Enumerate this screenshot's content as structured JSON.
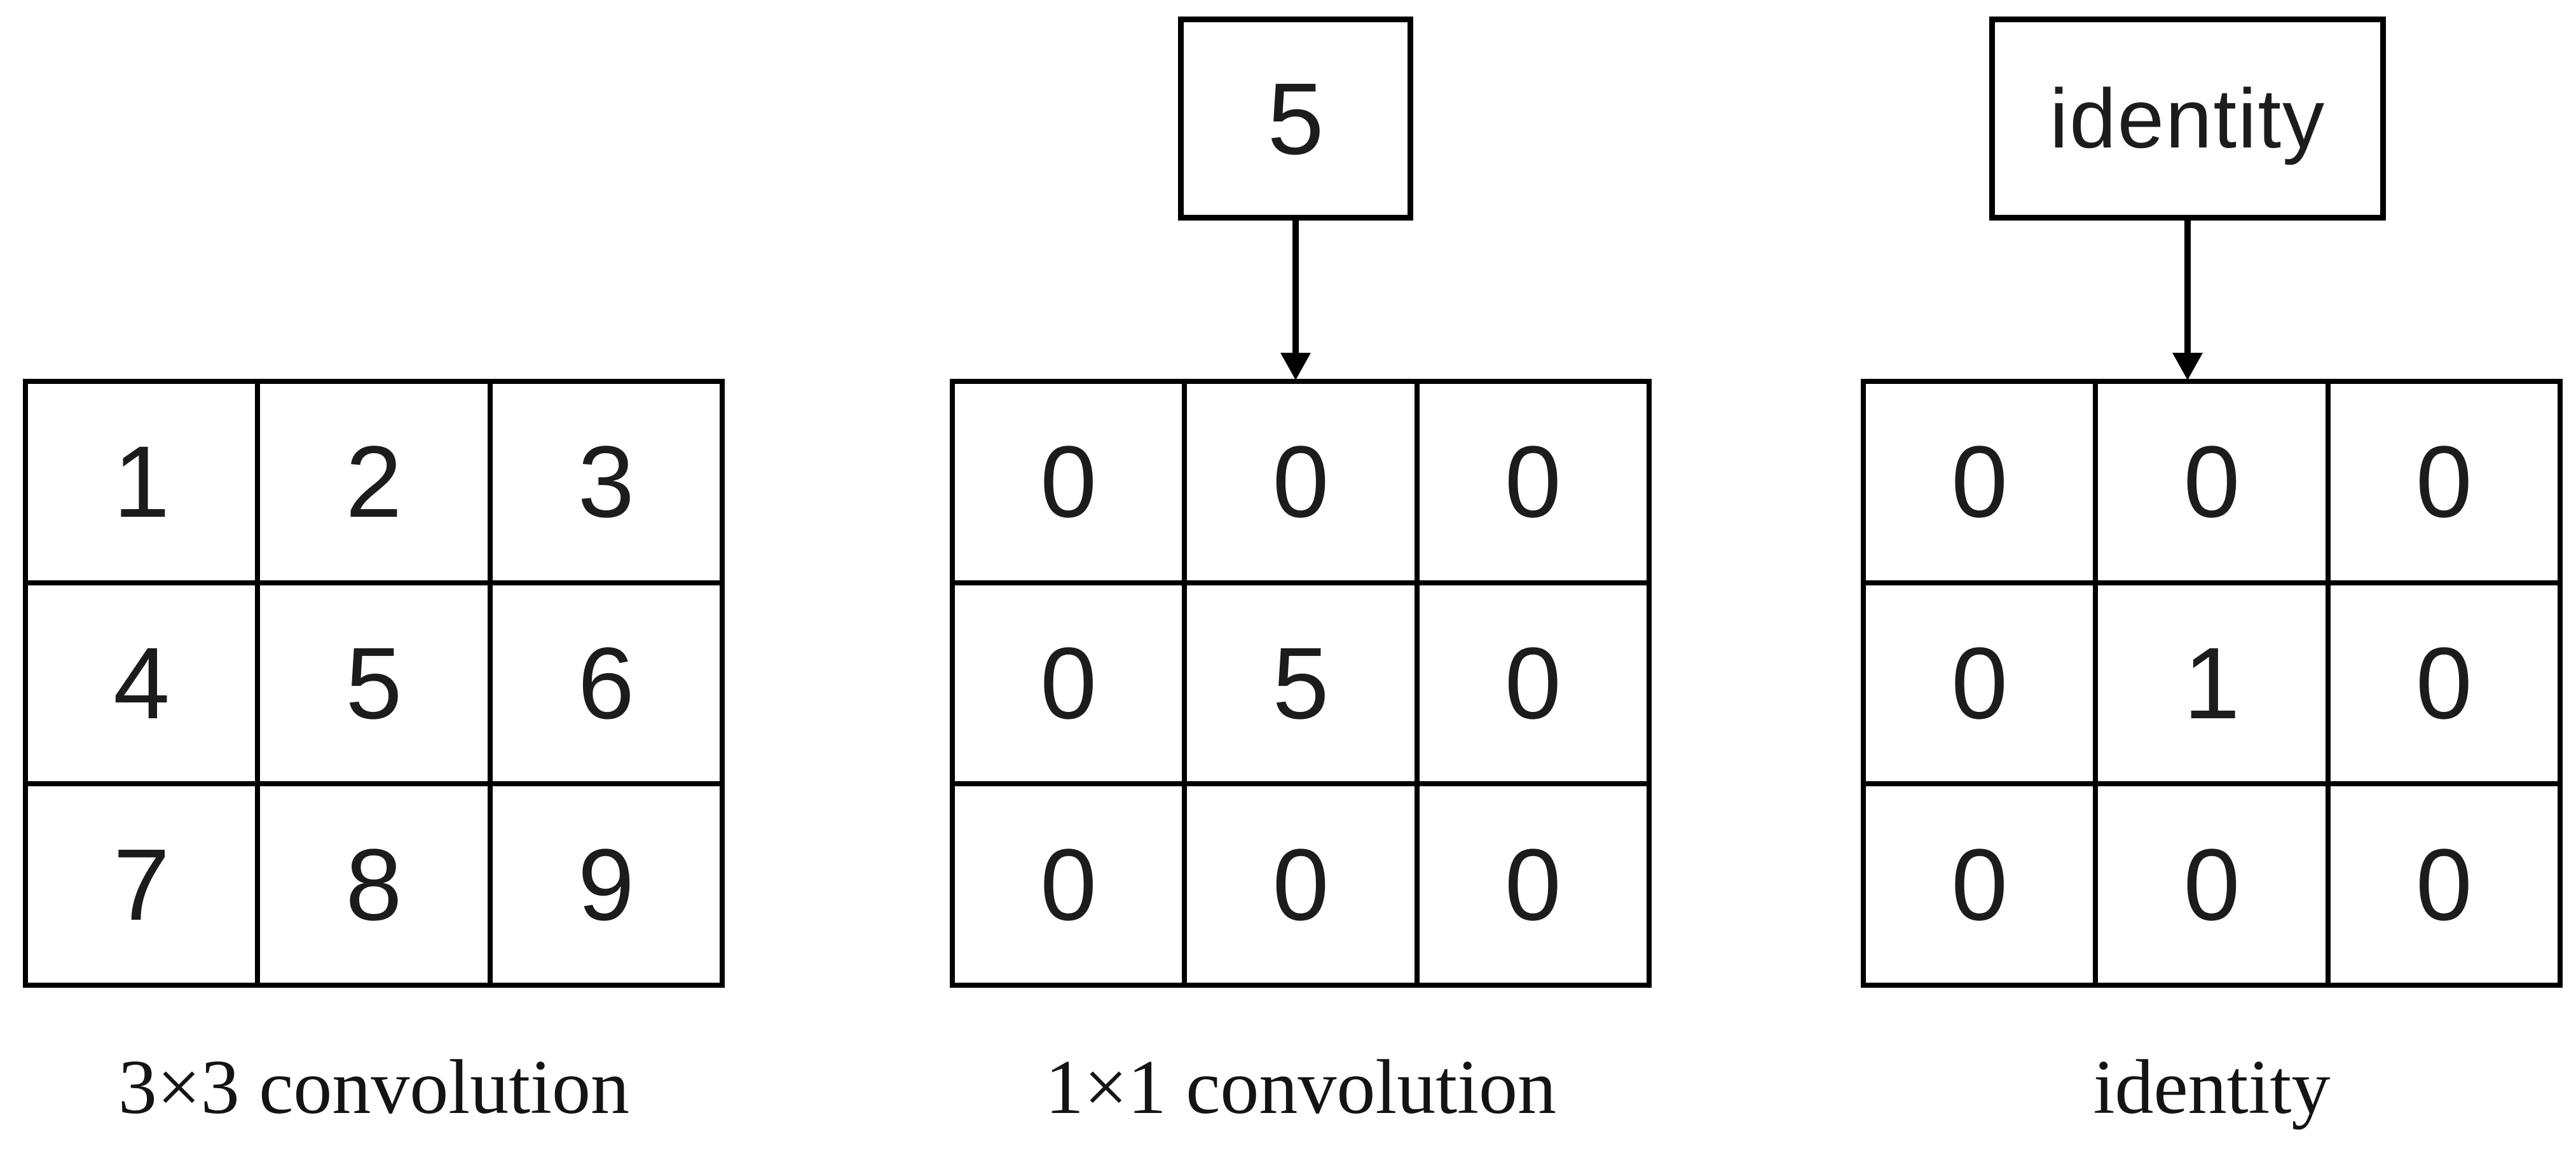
{
  "figure": {
    "background_color": "#ffffff",
    "stroke_color": "#000000",
    "text_color": "#1c1c1c"
  },
  "panels": [
    {
      "id": "conv3x3",
      "label": "3×3 convolution",
      "grid": [
        [
          "1",
          "2",
          "3"
        ],
        [
          "4",
          "5",
          "6"
        ],
        [
          "7",
          "8",
          "9"
        ]
      ]
    },
    {
      "id": "conv1x1",
      "label": "1×1 convolution",
      "kernel_box": "5",
      "grid": [
        [
          "0",
          "0",
          "0"
        ],
        [
          "0",
          "5",
          "0"
        ],
        [
          "0",
          "0",
          "0"
        ]
      ]
    },
    {
      "id": "identity",
      "label": "identity",
      "kernel_box": "identity",
      "grid": [
        [
          "0",
          "0",
          "0"
        ],
        [
          "0",
          "1",
          "0"
        ],
        [
          "0",
          "0",
          "0"
        ]
      ]
    }
  ]
}
